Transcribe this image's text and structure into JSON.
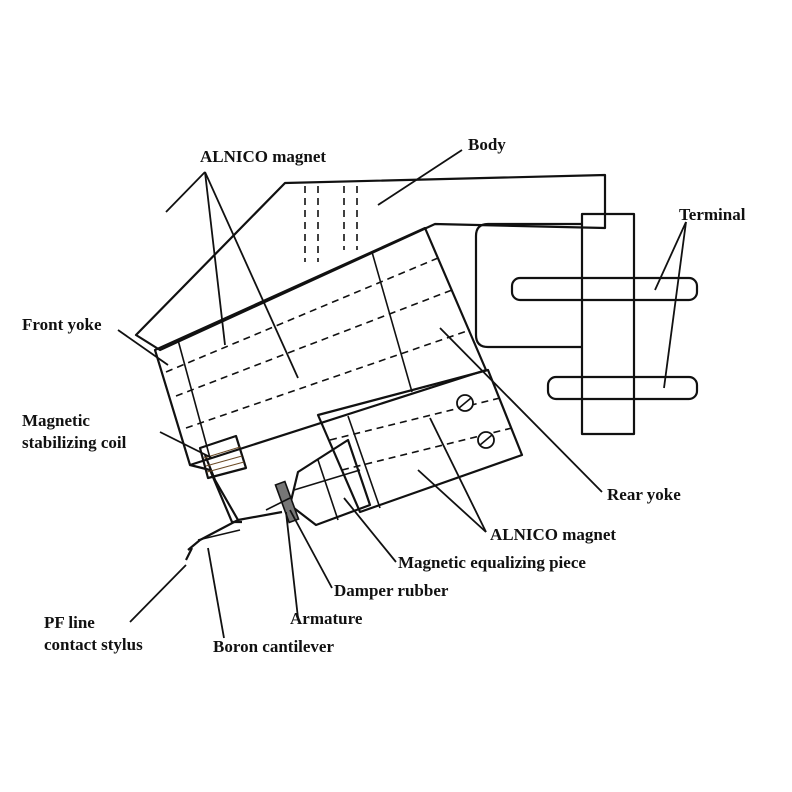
{
  "colors": {
    "magnet_fill": "#bfe6f2",
    "equalizer_fill": "#86d99a",
    "coil_fill": "#b98a52",
    "outline": "#111111",
    "background": "#ffffff"
  },
  "labels": {
    "alnico_top": "ALNICO magnet",
    "body": "Body",
    "terminal": "Terminal",
    "front_yoke": "Front yoke",
    "stabilizing_coil_line1": "Magnetic",
    "stabilizing_coil_line2": "stabilizing coil",
    "rear_yoke": "Rear yoke",
    "alnico_bottom": "ALNICO magnet",
    "equalizing_piece": "Magnetic equalizing piece",
    "damper_rubber": "Damper rubber",
    "armature": "Armature",
    "boron_cantilever": "Boron cantilever",
    "pf_line1": "PF line",
    "pf_line2": "contact stylus"
  },
  "icons": {
    "screw_upper": "screw-icon",
    "screw_lower": "screw-icon"
  }
}
